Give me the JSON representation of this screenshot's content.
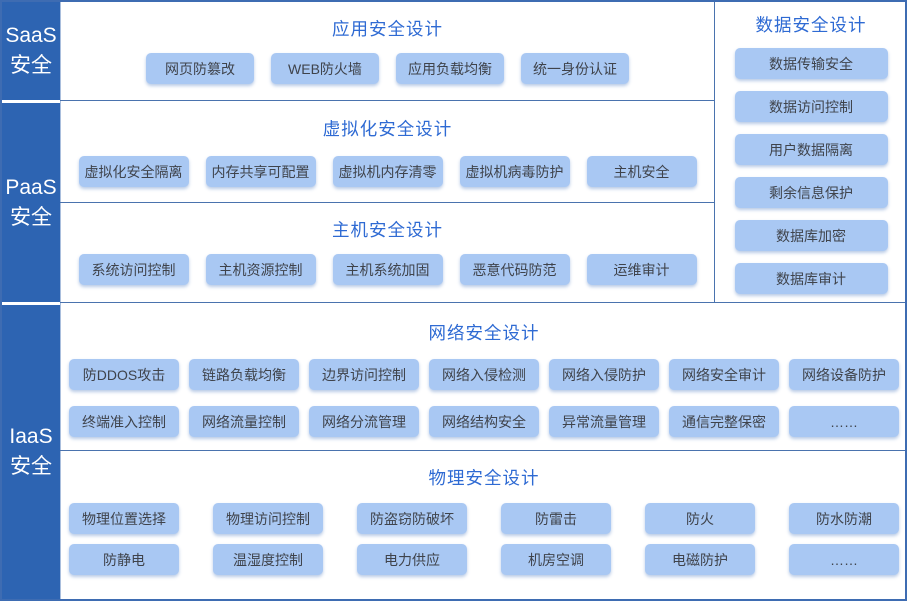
{
  "colors": {
    "sidebar_bg": "#2d64b2",
    "sidebar_text": "#ffffff",
    "chip_bg": "#a9c8f3",
    "chip_text": "#3f434b",
    "section_title": "#2e6ad3",
    "border": "#3e6cb2"
  },
  "sidebar": {
    "segments": [
      {
        "line1": "SaaS",
        "line2": "安全"
      },
      {
        "line1": "PaaS",
        "line2": "安全"
      },
      {
        "line1": "IaaS",
        "line2": "安全"
      }
    ]
  },
  "sections": {
    "app": {
      "title": "应用安全设计",
      "chips": [
        "网页防篡改",
        "WEB防火墙",
        "应用负载均衡",
        "统一身份认证"
      ]
    },
    "virt": {
      "title": "虚拟化安全设计",
      "chips": [
        "虚拟化安全隔离",
        "内存共享可配置",
        "虚拟机内存清零",
        "虚拟机病毒防护",
        "主机安全"
      ]
    },
    "host": {
      "title": "主机安全设计",
      "chips": [
        "系统访问控制",
        "主机资源控制",
        "主机系统加固",
        "恶意代码防范",
        "运维审计"
      ]
    },
    "data": {
      "title": "数据安全设计",
      "chips": [
        "数据传输安全",
        "数据访问控制",
        "用户数据隔离",
        "剩余信息保护",
        "数据库加密",
        "数据库审计"
      ]
    },
    "network": {
      "title": "网络安全设计",
      "rows": [
        [
          "防DDOS攻击",
          "链路负载均衡",
          "边界访问控制",
          "网络入侵检测",
          "网络入侵防护",
          "网络安全审计",
          "网络设备防护"
        ],
        [
          "终端准入控制",
          "网络流量控制",
          "网络分流管理",
          "网络结构安全",
          "异常流量管理",
          "通信完整保密",
          "……"
        ]
      ]
    },
    "physical": {
      "title": "物理安全设计",
      "rows": [
        [
          "物理位置选择",
          "物理访问控制",
          "防盗窃防破坏",
          "防雷击",
          "防火",
          "防水防潮"
        ],
        [
          "防静电",
          "温湿度控制",
          "电力供应",
          "机房空调",
          "电磁防护",
          "……"
        ]
      ]
    }
  }
}
